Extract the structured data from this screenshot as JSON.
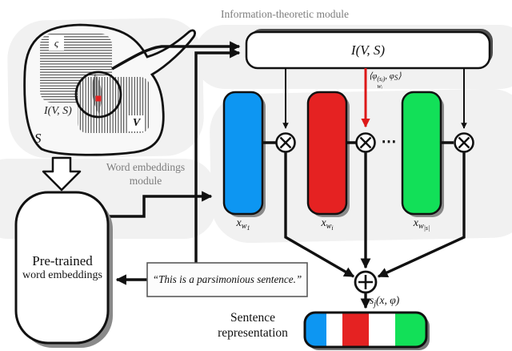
{
  "colors": {
    "blue": "#0d96f2",
    "red": "#e52222",
    "green": "#12e058",
    "red_arrow": "#dd1818",
    "wash": "#f1f1f1",
    "shadow_dark": "#4f4f4f",
    "shadow_mid": "#8a8a8a"
  },
  "titles": {
    "info_module": "Information-theoretic module",
    "embed_module_line1": "Word embeddings",
    "embed_module_line2": "module"
  },
  "venn": {
    "outer_label": "S",
    "sentence_set_label": "ς",
    "vocab_set_label": "V",
    "mutual_info_label": "I(V, S)"
  },
  "info_box": {
    "label": "I(V, S)"
  },
  "coupling_label": {
    "open": "⟨φ",
    "sup": "(sⱼ)",
    "sub": "wᵢ",
    "mid": ", φ",
    "sub2": "S",
    "close": "⟩"
  },
  "pretrained_box": {
    "line1": "Pre-trained",
    "line2": "word embeddings"
  },
  "sentence_box": {
    "text": "“This is a parsimonious sentence.”"
  },
  "word_vectors": [
    {
      "base": "x",
      "sub": "w",
      "subsub": "1",
      "color": "#0d96f2"
    },
    {
      "base": "x",
      "sub": "w",
      "subsub": "i",
      "color": "#e52222"
    },
    {
      "base": "x",
      "sub": "w",
      "subsub": "|s|",
      "color": "#12e058"
    }
  ],
  "operators": {
    "dots": "⋯"
  },
  "output": {
    "label_base": "s",
    "label_sub": "j",
    "label_rest": "(x, φ)",
    "caption_line1": "Sentence",
    "caption_line2": "representation",
    "segments": [
      "#0d96f2",
      "#ffffff",
      "#e52222",
      "#ffffff",
      "#12e058"
    ]
  }
}
